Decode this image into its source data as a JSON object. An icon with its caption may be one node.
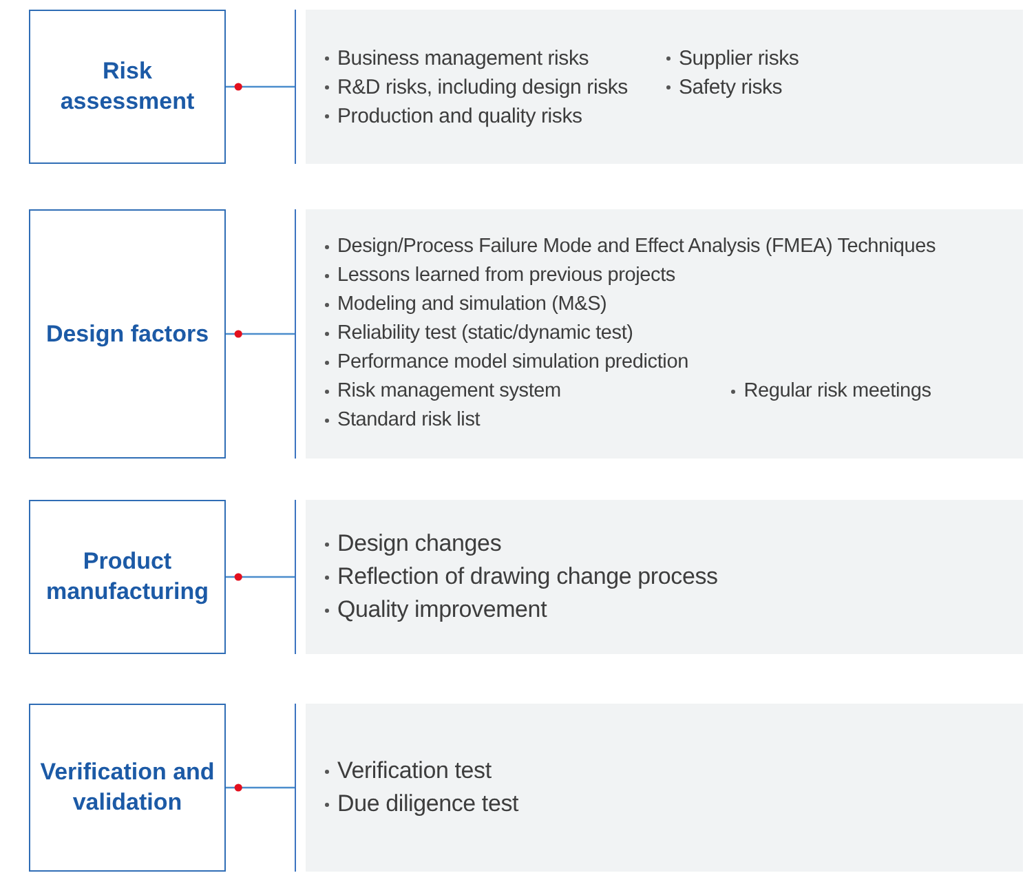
{
  "diagram": {
    "nodes": [
      {
        "text": [
          "Risk assessment"
        ]
      },
      {
        "text": [
          "Business management risks",
          "Supplier risks",
          "R&D risks, including design risks",
          "Safety risks",
          "Production and quality risks"
        ]
      },
      {
        "text": [
          "Design factors"
        ]
      },
      {
        "text": [
          "Design/Process Failure Mode and Effect Analysis (FMEA) Techniques",
          "Lessons learned from previous projects",
          "Modeling and simulation (M&S)",
          "Reliability test (static/dynamic test)",
          "Performance model simulation prediction",
          "Risk management system",
          "Regular risk meetings",
          "Standard risk list"
        ]
      },
      {
        "text": [
          "Product manufacturing"
        ]
      },
      {
        "text": [
          "Design changes",
          "Reflection of drawing change process",
          "Quality improvement"
        ]
      },
      {
        "text": [
          "Verification and validation"
        ]
      },
      {
        "text": [
          "Verification test",
          "Due diligence test"
        ]
      }
    ],
    "edges": [
      {
        "from": 0,
        "to": 1,
        "arrow": "other"
      },
      {
        "from": 2,
        "to": 3,
        "arrow": "other"
      },
      {
        "from": 4,
        "to": 5,
        "arrow": "other"
      },
      {
        "from": 6,
        "to": 7,
        "arrow": "other"
      }
    ]
  }
}
